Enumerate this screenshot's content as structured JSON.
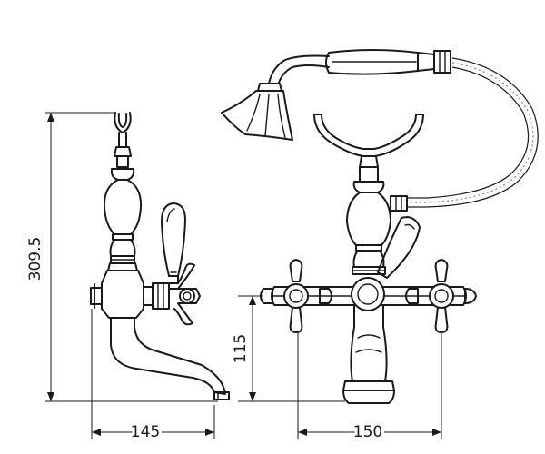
{
  "dimensions": {
    "height_total": "309.5",
    "spout_height": "115",
    "side_depth": "145",
    "front_width": "150"
  },
  "colors": {
    "line": "#1a1a1a",
    "background": "#ffffff"
  }
}
